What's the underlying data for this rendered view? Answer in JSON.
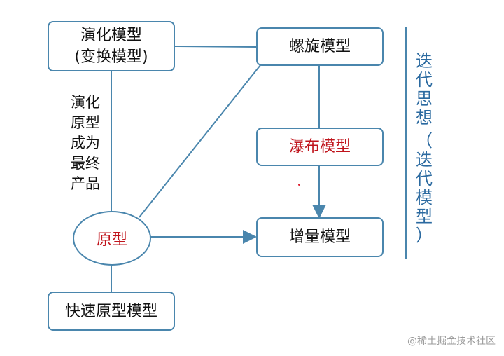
{
  "nodes": {
    "evolution": {
      "line1": "演化模型",
      "line2": "(变换模型)"
    },
    "spiral": {
      "label": "螺旋模型"
    },
    "waterfall": {
      "label": "瀑布模型"
    },
    "prototype": {
      "label": "原型"
    },
    "incremental": {
      "label": "增量模型"
    },
    "rapid_prototype": {
      "label": "快速原型模型"
    }
  },
  "edge_label": {
    "lines": [
      "演化",
      "原型",
      "成为",
      "最终",
      "产品"
    ]
  },
  "side_label": {
    "chars": [
      "迭",
      "代",
      "思",
      "想",
      "（",
      "迭",
      "代",
      "模",
      "型",
      "）"
    ]
  },
  "watermark": "@稀土掘金技术社区",
  "colors": {
    "border": "#4a86ad",
    "annotation_red": "#d0202a",
    "side_text": "#2b6aa0"
  }
}
